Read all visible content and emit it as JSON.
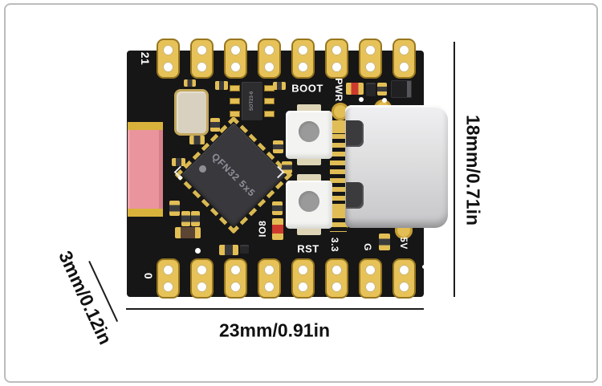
{
  "figure": {
    "description": "Annotated dimension photo of a black microcontroller development board with castellated pins and a USB-C connector"
  },
  "dimensions": {
    "width_label": "23mm/0.91in",
    "height_label": "18mm/0.71in",
    "thickness_label": "3mm/0.12in"
  },
  "board_labels": {
    "pin_21": "21",
    "pin_0": "0",
    "boot_button": "BOOT",
    "reset_button": "RST",
    "power_led": "PWR",
    "io8_led": "IO8",
    "rail_3v3": "3.3",
    "rail_gnd": "G",
    "rail_5v": "5V"
  },
  "component_markings": {
    "mcu": "QFN32 5x5",
    "regulator": "SOT23-6"
  },
  "pins": {
    "top_count": 8,
    "bottom_count": 8
  },
  "colors": {
    "pcb": "#161616",
    "gold_pad": "#e2be55",
    "antenna_pink": "#ea949d",
    "usb_gray": "#dededf",
    "button_white": "#f3f3f1",
    "led_red": "#cc3a2e",
    "dimension_text": "#111111",
    "frame_border": "#bcbcbc"
  }
}
